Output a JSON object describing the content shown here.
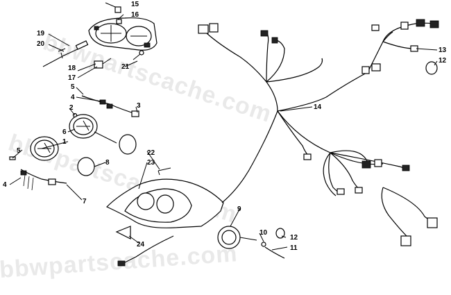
{
  "watermark": {
    "lines": [
      "bbwpartscache.com",
      "bbwpartscache.com",
      "bbwpartscache.com"
    ]
  },
  "callouts": {
    "c1": "1",
    "c2": "2",
    "c3": "3",
    "c4a": "4",
    "c4b": "4",
    "c5a": "5",
    "c5b": "5",
    "c6": "6",
    "c7": "7",
    "c8": "8",
    "c9": "9",
    "c10": "10",
    "c11": "11",
    "c12a": "12",
    "c12b": "12",
    "c13": "13",
    "c14": "14",
    "c15": "15",
    "c16": "16",
    "c17": "17",
    "c18": "18",
    "c19": "19",
    "c20": "20",
    "c21": "21",
    "c22": "22",
    "c23": "23",
    "c24": "24"
  }
}
